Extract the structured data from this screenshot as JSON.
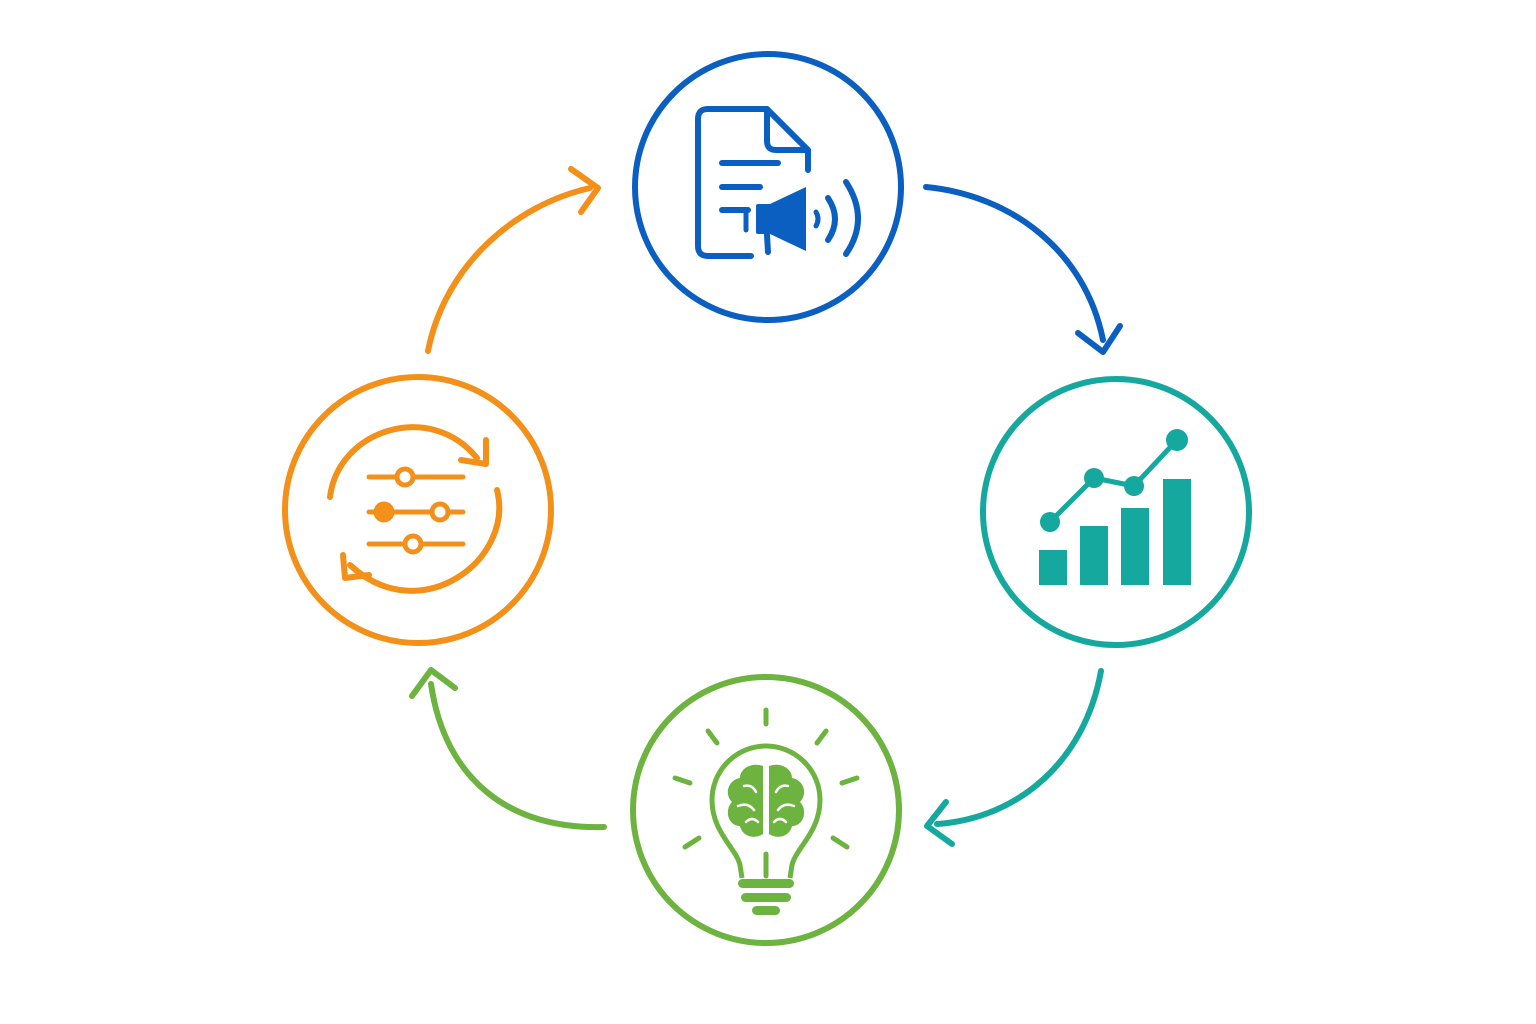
{
  "cycle": {
    "nodes": [
      {
        "id": "publish",
        "icon": "document-megaphone-icon",
        "color": "#0A5FC0"
      },
      {
        "id": "measure",
        "icon": "growth-chart-icon",
        "color": "#14A89E"
      },
      {
        "id": "learn",
        "icon": "lightbulb-brain-icon",
        "color": "#6DB33F"
      },
      {
        "id": "adjust",
        "icon": "sliders-refresh-icon",
        "color": "#F39019"
      }
    ],
    "arrows": [
      {
        "from": "publish",
        "to": "measure",
        "color": "#0A5FC0"
      },
      {
        "from": "measure",
        "to": "learn",
        "color": "#14A89E"
      },
      {
        "from": "learn",
        "to": "adjust",
        "color": "#6DB33F"
      },
      {
        "from": "adjust",
        "to": "publish",
        "color": "#F39019"
      }
    ]
  }
}
